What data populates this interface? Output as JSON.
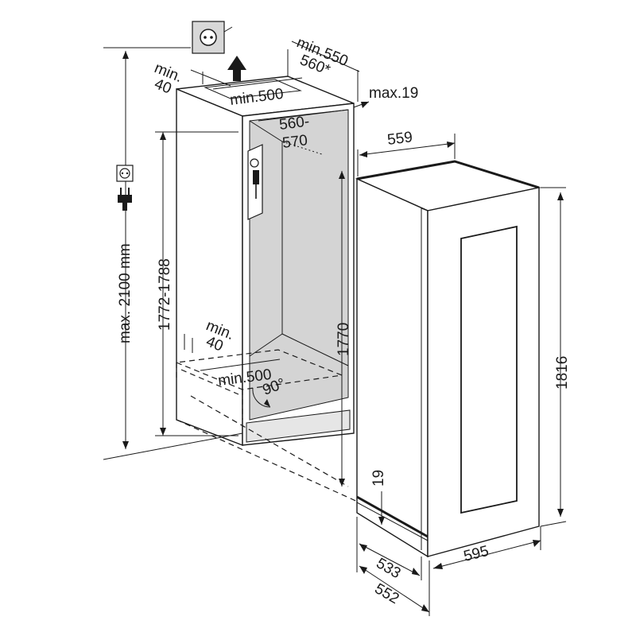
{
  "dimensions": {
    "total_height": "max. 2100 mm",
    "niche_height": "1772-1788",
    "niche_depth_min": "min.550",
    "niche_depth_alt": "560*",
    "top_vent_depth_1": "min.",
    "top_vent_depth_2": "40",
    "top_vent_width": "min.500",
    "door_gap": "max.19",
    "niche_width_1": "560-",
    "niche_width_2": "570",
    "bottom_vent_depth_1": "min.",
    "bottom_vent_depth_2": "40",
    "bottom_vent_width": "min.500",
    "angle": "90°",
    "inner_height": "1770",
    "appliance_width": "559",
    "appliance_height": "1816",
    "plinth_offset": "19",
    "depth_1": "533",
    "depth_2": "552",
    "door_width": "595"
  },
  "colors": {
    "line": "#1a1a1a",
    "niche_fill": "#d4d4d4",
    "panel_fill": "#e6e6e6"
  }
}
